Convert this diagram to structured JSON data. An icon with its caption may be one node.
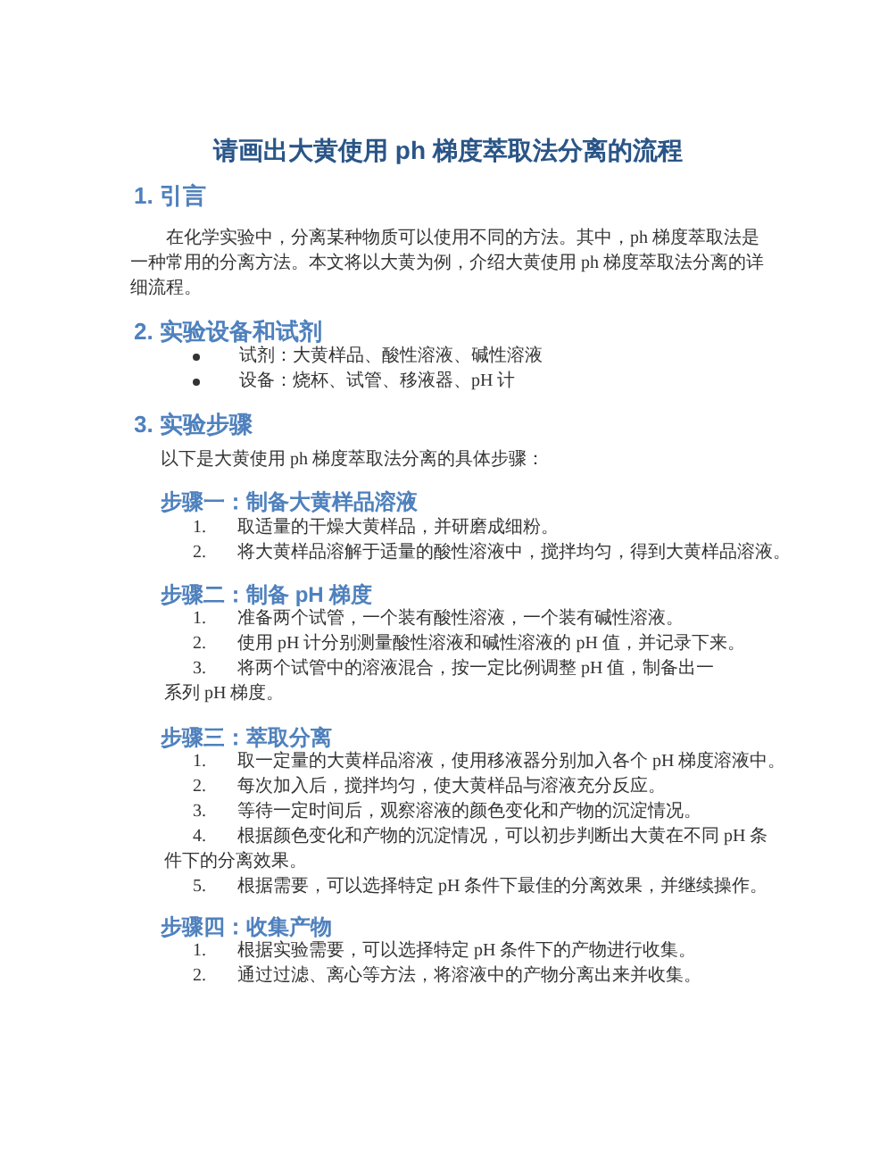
{
  "diagram": {
    "title": "请画出大黄使用 ph 梯度萃取法分离的流程",
    "labels": [
      "1. 引言",
      "在化学实验中，分离某种物质可以使用不同的方法。其中，ph 梯度萃取法是一种常用的分离方法。本文将以大黄为例，介绍大黄使用 ph 梯度萃取法分离的详细流程。",
      "2. 实验设备和试剂",
      "试剂：大黄样品、酸性溶液、碱性溶液",
      "设备：烧杯、试管、移液器、pH 计",
      "3. 实验步骤",
      "以下是大黄使用 ph 梯度萃取法分离的具体步骤：",
      "步骤一：制备大黄样品溶液",
      "1.",
      "取适量的干燥大黄样品，并研磨成细粉。",
      "2.",
      "将大黄样品溶解于适量的酸性溶液中，搅拌均匀，得到大黄样品溶液。",
      "步骤二：制备 pH 梯度",
      "1.",
      "准备两个试管，一个装有酸性溶液，一个装有碱性溶液。",
      "2.",
      "使用 pH 计分别测量酸性溶液和碱性溶液的 pH 值，并记录下来。",
      "3.",
      "将两个试管中的溶液混合，按一定比例调整 pH 值，制备出一系列 pH 梯度。",
      "步骤三：萃取分离",
      "1.",
      "取一定量的大黄样品溶液，使用移液器分别加入各个 pH 梯度溶液中。",
      "2.",
      "每次加入后，搅拌均匀，使大黄样品与溶液充分反应。",
      "3.",
      "等待一定时间后，观察溶液的颜色变化和产物的沉淀情况。",
      "4.",
      "根据颜色变化和产物的沉淀情况，可以初步判断出大黄在不同 pH 条件下的分离效果。",
      "5.",
      "根据需要，可以选择特定 pH 条件下最佳的分离效果，并继续操作。",
      "步骤四：收集产物",
      "1.",
      "根据实验需要，可以选择特定 pH 条件下的产物进行收集。",
      "2.",
      "通过过滤、离心等方法，将溶液中的产物分离出来并收集。"
    ]
  }
}
